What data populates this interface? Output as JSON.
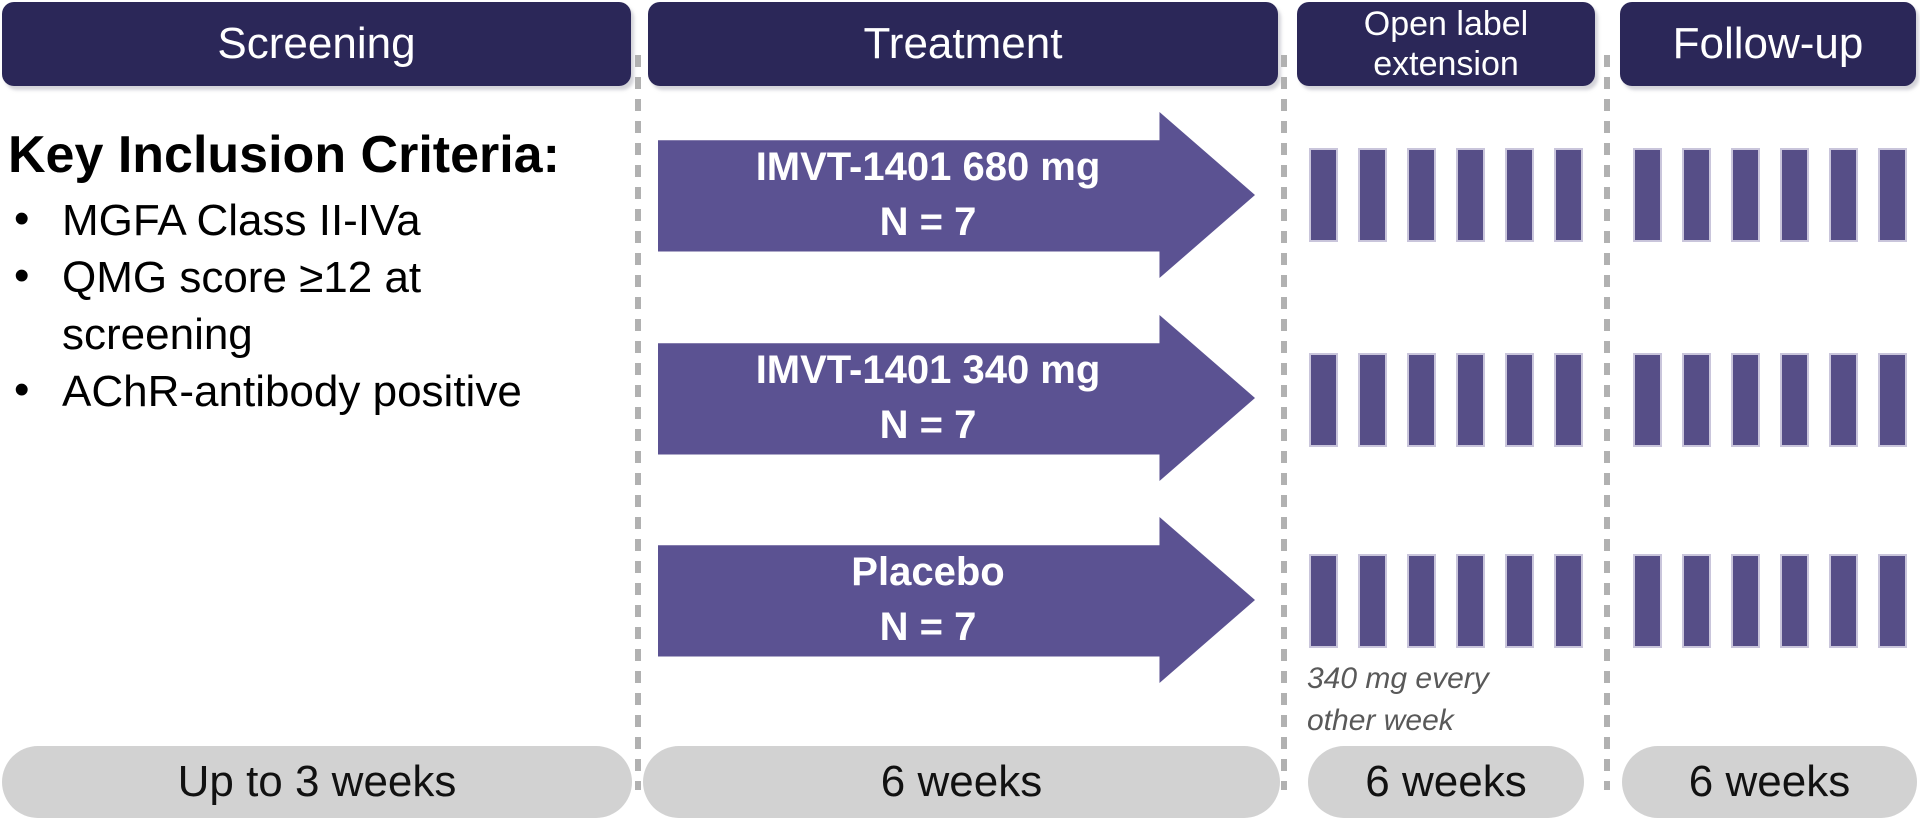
{
  "columns": [
    {
      "id": "screening",
      "header": "Screening",
      "duration": "Up to 3 weeks"
    },
    {
      "id": "treatment",
      "header": "Treatment",
      "duration": "6 weeks"
    },
    {
      "id": "open-label-extension",
      "header": "Open label extension",
      "header_lines": [
        "Open label",
        "extension"
      ],
      "duration": "6 weeks"
    },
    {
      "id": "follow-up",
      "header": "Follow-up",
      "duration": "6 weeks"
    }
  ],
  "screening": {
    "heading": "Key Inclusion Criteria:",
    "bullet_marker": "•",
    "bullets": [
      "MGFA Class II-IVa",
      "QMG score ≥12 at screening",
      "AChR-antibody positive"
    ]
  },
  "treatment": {
    "arms": [
      {
        "label": "IMVT-1401 680 mg",
        "n": "N = 7"
      },
      {
        "label": "IMVT-1401 340 mg",
        "n": "N = 7"
      },
      {
        "label": "Placebo",
        "n": "N = 7"
      }
    ]
  },
  "open_label_extension": {
    "note": "340 mg every other week",
    "note_lines": [
      "340 mg every",
      "other week"
    ]
  },
  "layout": {
    "bars_per_segment": 6,
    "dose_rows_per_column": 3
  },
  "colors": {
    "header_bg": "#2B2758",
    "arrow_purple": "#5B5292",
    "bar_purple": "#564E87",
    "bar_border": "#C9C5DB",
    "pill_gray": "#D2D2D2",
    "separator_gray": "#B1B1B1",
    "note_gray": "#595959",
    "text_white": "#FFFFFF",
    "text_black": "#000000"
  }
}
